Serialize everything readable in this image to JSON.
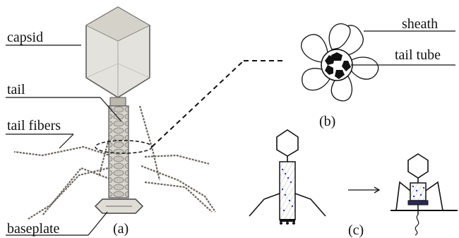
{
  "labels": {
    "capsid": "capsid",
    "tail": "tail",
    "tail_fibers": "tail fibers",
    "baseplate": "baseplate",
    "sheath": "sheath",
    "tail_tube": "tail tube"
  },
  "panels": {
    "a": "(a)",
    "b": "(b)",
    "c": "(c)"
  },
  "colors": {
    "ink": "#111111",
    "capsid_fill": "#e4e2dc",
    "tail_fill": "#d9d6cf",
    "dots": "#2a3fb8"
  }
}
